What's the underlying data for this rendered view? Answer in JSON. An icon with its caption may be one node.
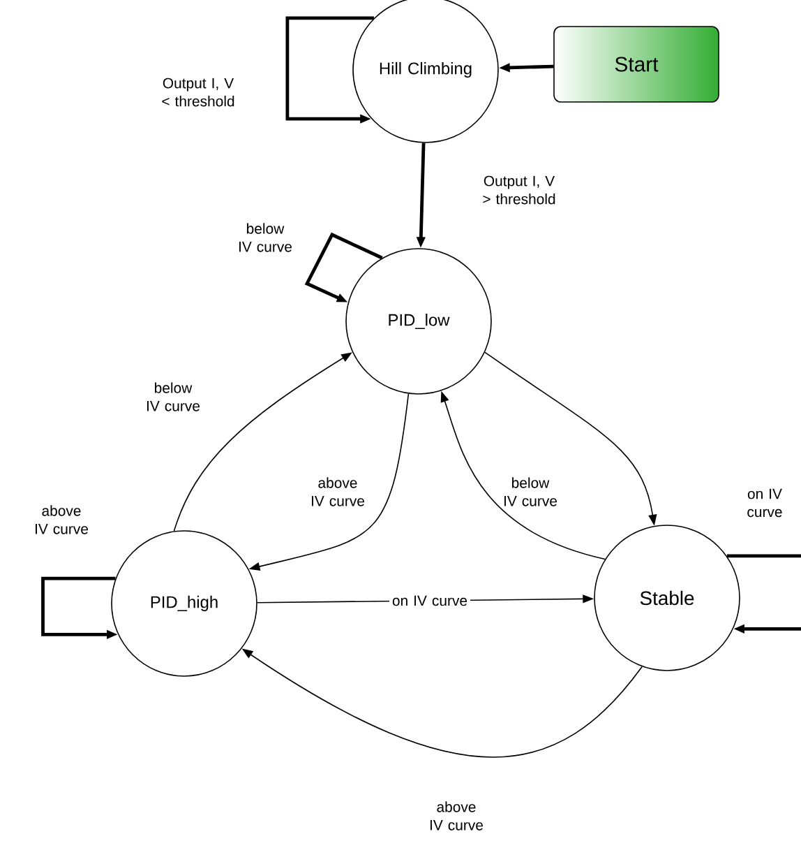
{
  "diagram": {
    "nodes": [
      {
        "text": [
          "Hill Climbing"
        ]
      },
      {
        "text": [
          "Start"
        ]
      },
      {
        "text": [
          "PID_low"
        ]
      },
      {
        "text": [
          "PID_high"
        ]
      },
      {
        "text": [
          "Stable"
        ]
      }
    ],
    "edges": [
      {
        "from": 1,
        "to": 0,
        "arrow": "to",
        "style": "thick"
      },
      {
        "from": 0,
        "to": 0,
        "arrow": "to",
        "style": "thick",
        "label": "Output I, V < threshold"
      },
      {
        "from": 0,
        "to": 2,
        "arrow": "to",
        "style": "thick",
        "label": "Output I, V > threshold"
      },
      {
        "from": 2,
        "to": 2,
        "arrow": "to",
        "style": "thick",
        "label": "below IV curve"
      },
      {
        "from": 3,
        "to": 2,
        "arrow": "to",
        "label": "below IV curve"
      },
      {
        "from": 2,
        "to": 3,
        "arrow": "to",
        "label": "above IV curve"
      },
      {
        "from": 2,
        "to": 4,
        "arrow": "to"
      },
      {
        "from": 4,
        "to": 2,
        "arrow": "to",
        "label": "below IV curve"
      },
      {
        "from": 3,
        "to": 3,
        "arrow": "to",
        "style": "thick",
        "label": "above IV curve"
      },
      {
        "from": 3,
        "to": 4,
        "arrow": "to",
        "label": "on IV curve"
      },
      {
        "from": 4,
        "to": 4,
        "arrow": "to",
        "style": "thick",
        "label": "on IV curve"
      },
      {
        "from": 4,
        "to": 3,
        "arrow": "to",
        "label": "above IV curve"
      }
    ]
  }
}
